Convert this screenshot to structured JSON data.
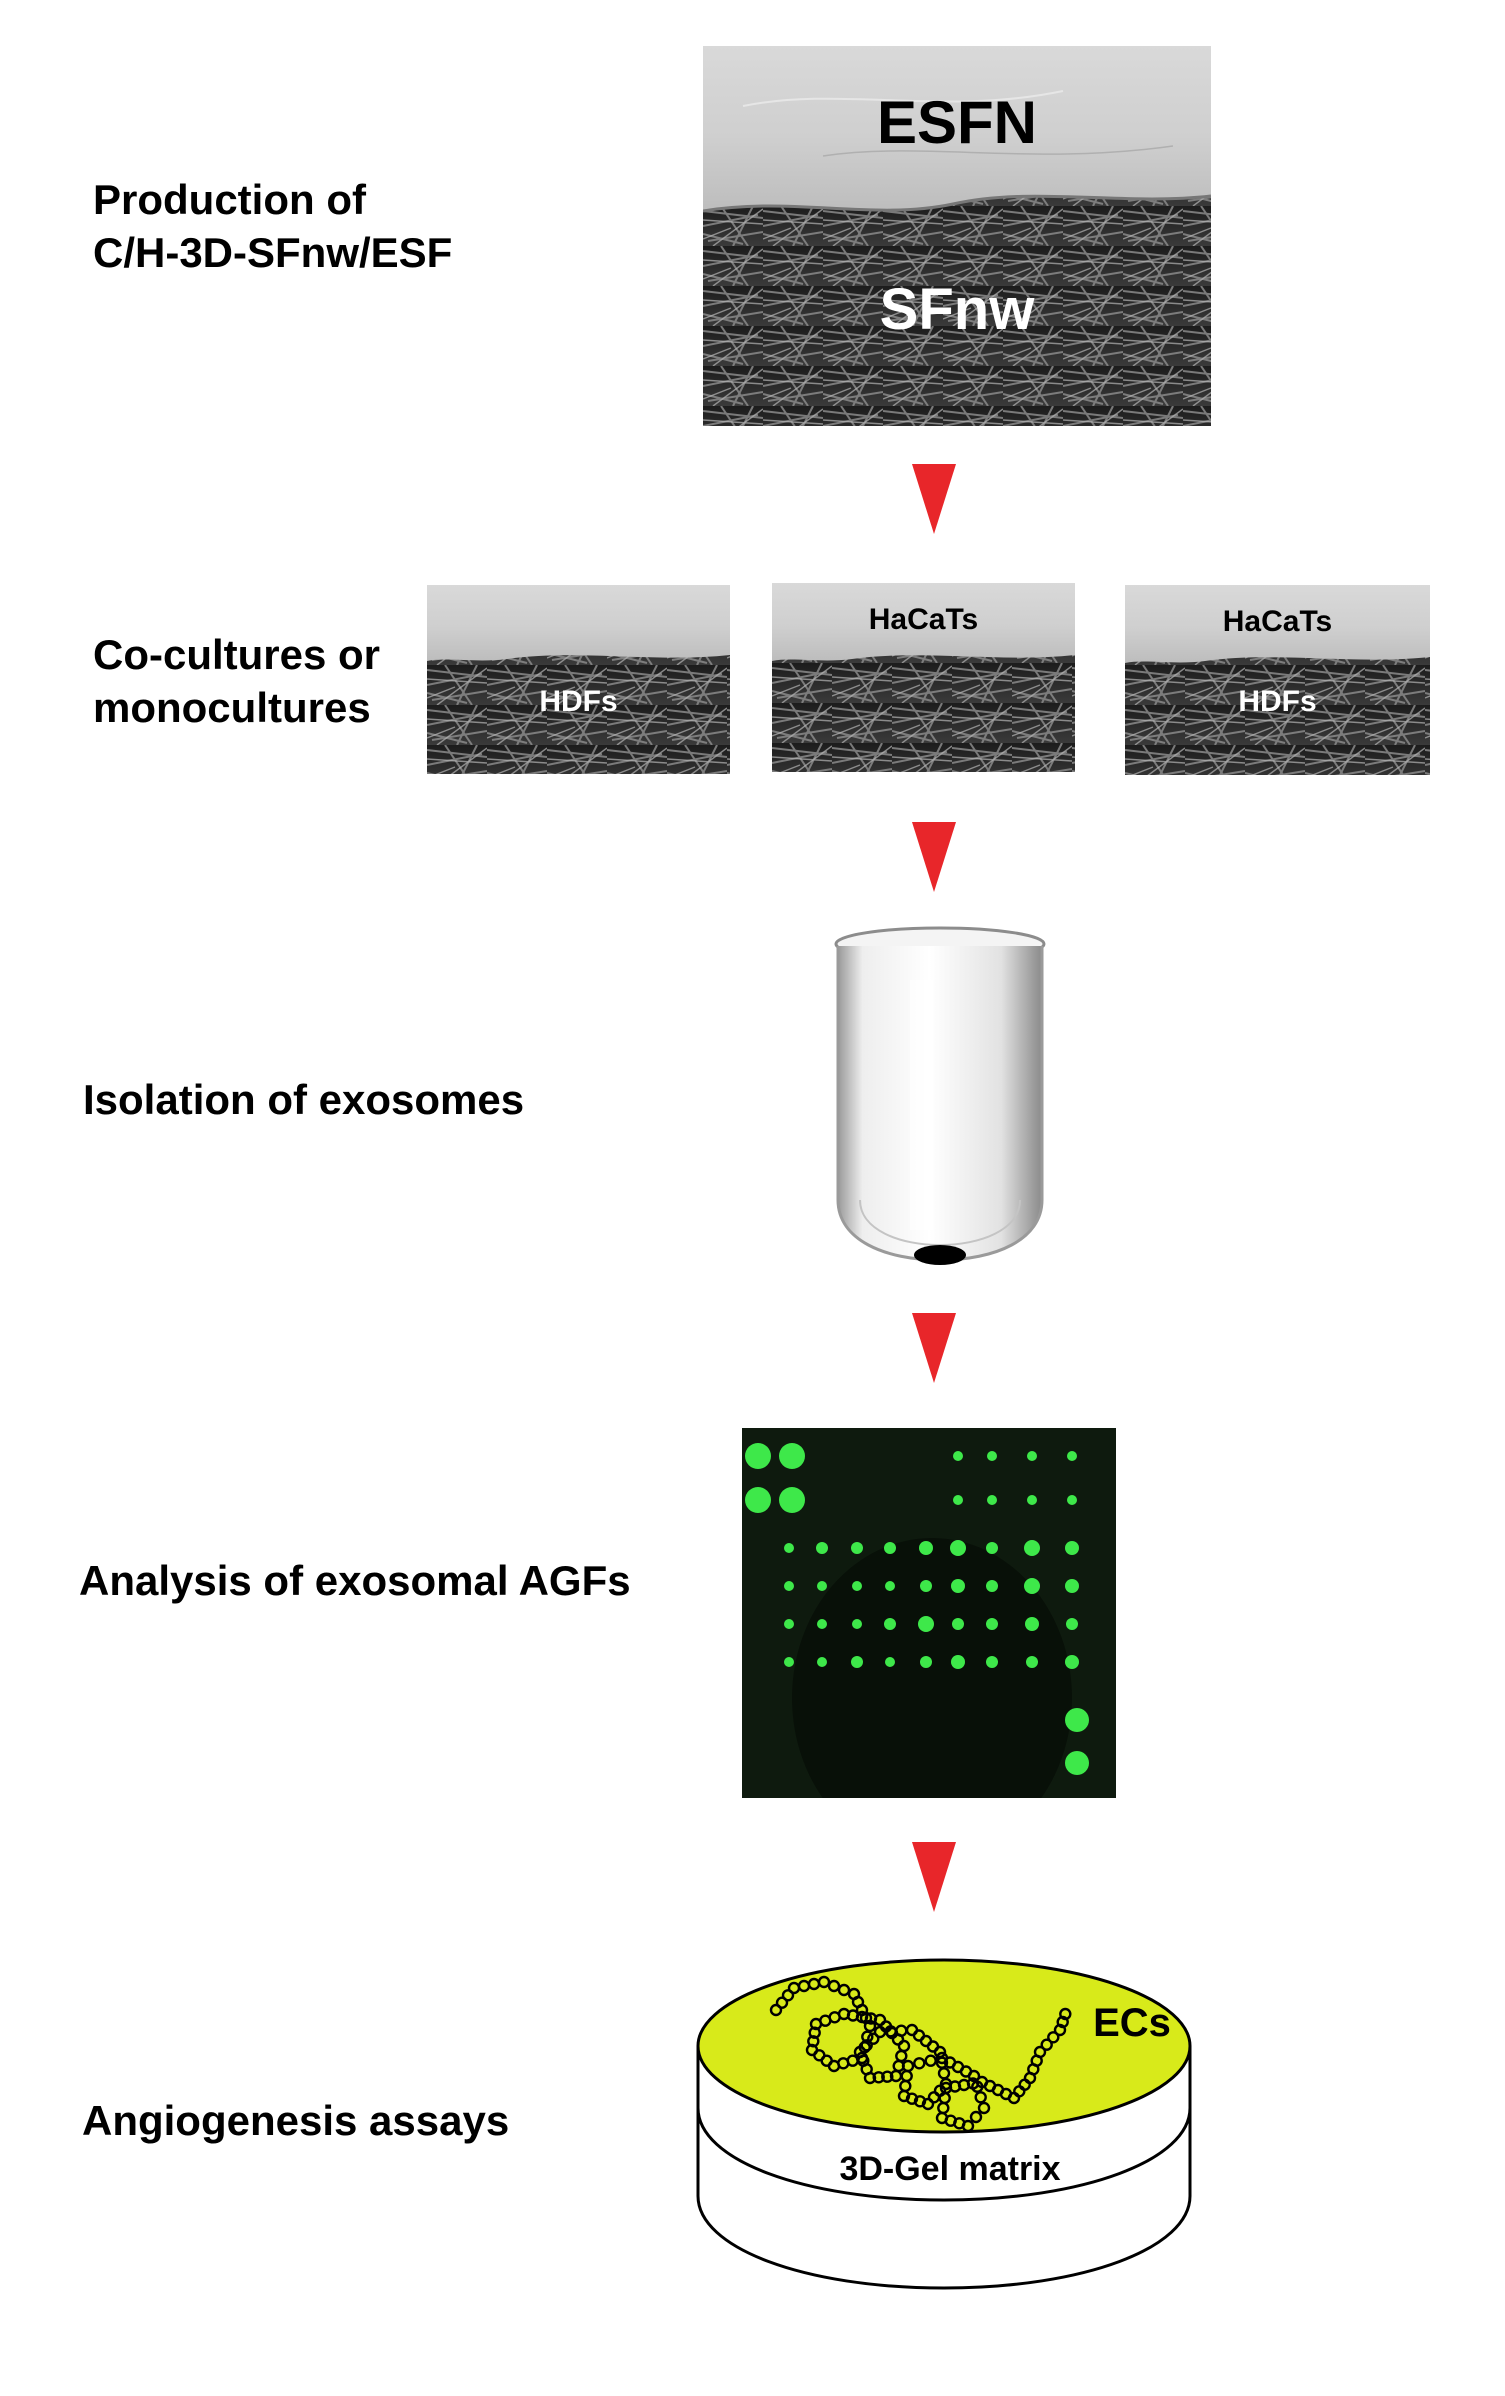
{
  "steps": [
    {
      "lines": [
        "Production of",
        "C/H-3D-SFnw/ESF"
      ]
    },
    {
      "lines": [
        "Co-cultures or",
        "monocultures"
      ]
    },
    {
      "lines": [
        "Isolation of exosomes"
      ]
    },
    {
      "lines": [
        "Analysis of exosomal AGFs"
      ]
    },
    {
      "lines": [
        "Angiogenesis assays"
      ]
    }
  ],
  "scaffold": {
    "top_label": "ESFN",
    "bottom_label": "SFnw"
  },
  "cultures": [
    {
      "top_label": "",
      "bottom_label": "HDFs"
    },
    {
      "top_label": "HaCaTs",
      "bottom_label": ""
    },
    {
      "top_label": "HaCaTs",
      "bottom_label": "HDFs"
    }
  ],
  "assay": {
    "cells_label": "ECs",
    "matrix_label": "3D-Gel matrix"
  },
  "colors": {
    "arrow": "#e8262a",
    "dish_top": "#d8ea1a",
    "array_spot": "#3ee84a",
    "array_bg": "#0e1a0e"
  }
}
